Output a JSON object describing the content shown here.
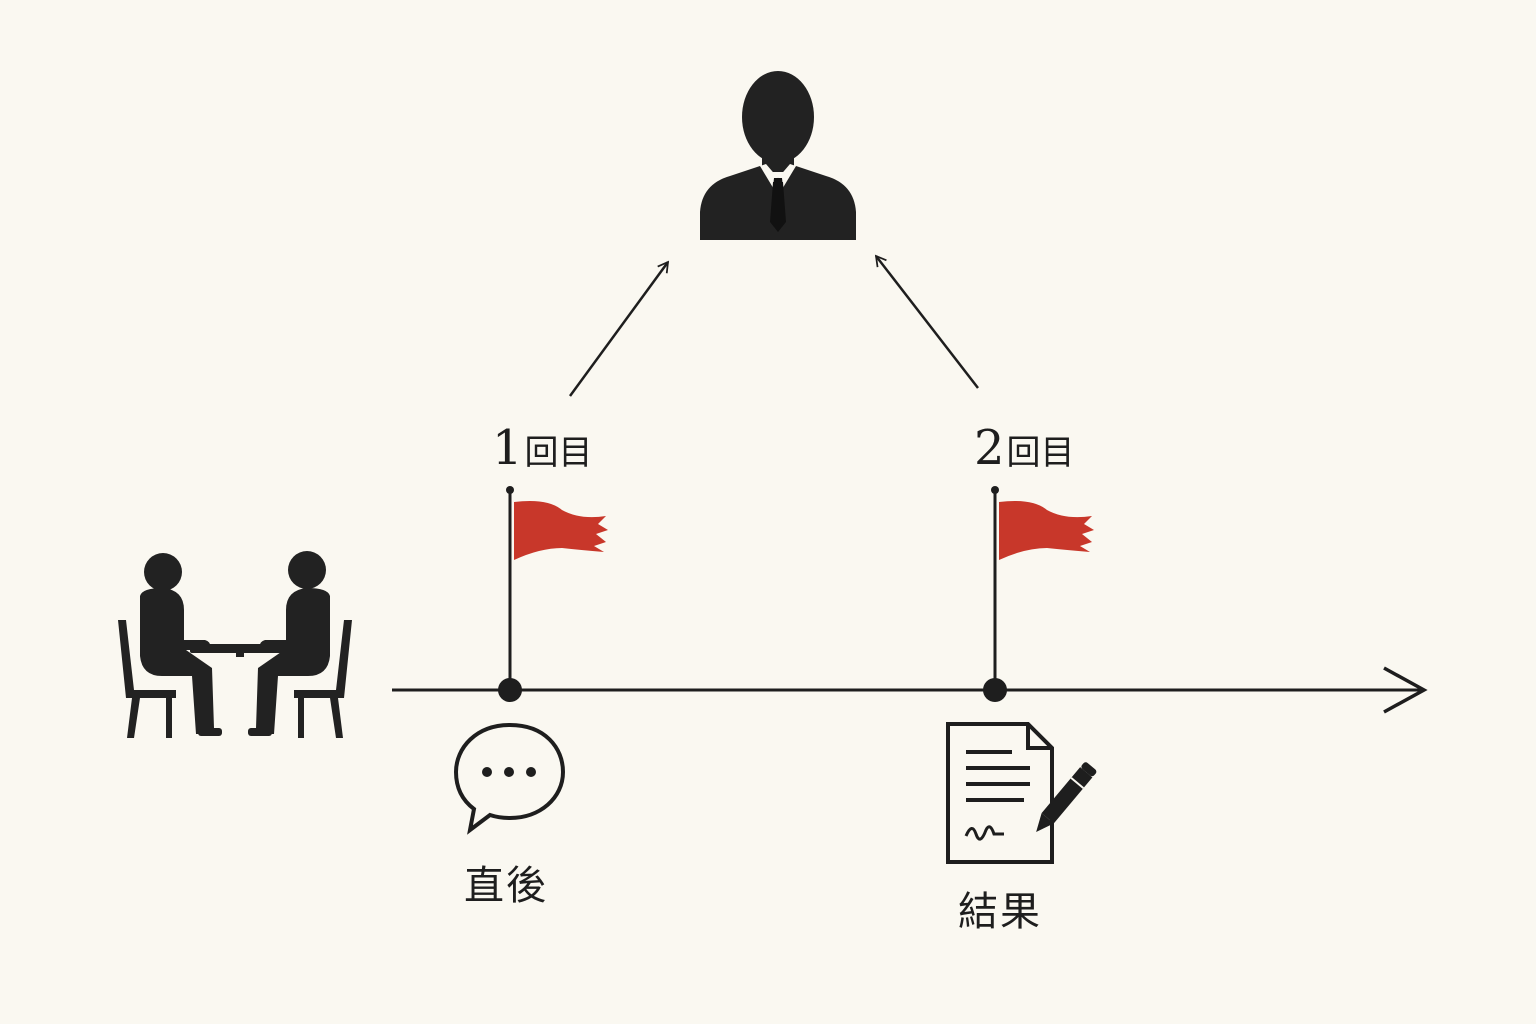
{
  "diagram": {
    "colors": {
      "ink": "#1e1e1e",
      "flag": "#c8372a",
      "paper": "#faf8f1"
    },
    "icons": {
      "meeting": "meeting-people-icon",
      "person": "businessman-icon",
      "chat": "chat-bubble-icon",
      "document": "document-sign-icon",
      "flag": "flag-icon"
    },
    "milestones": [
      {
        "number": "1",
        "suffix": "回目",
        "caption": "直後"
      },
      {
        "number": "2",
        "suffix": "回目",
        "caption": "結果"
      }
    ]
  }
}
